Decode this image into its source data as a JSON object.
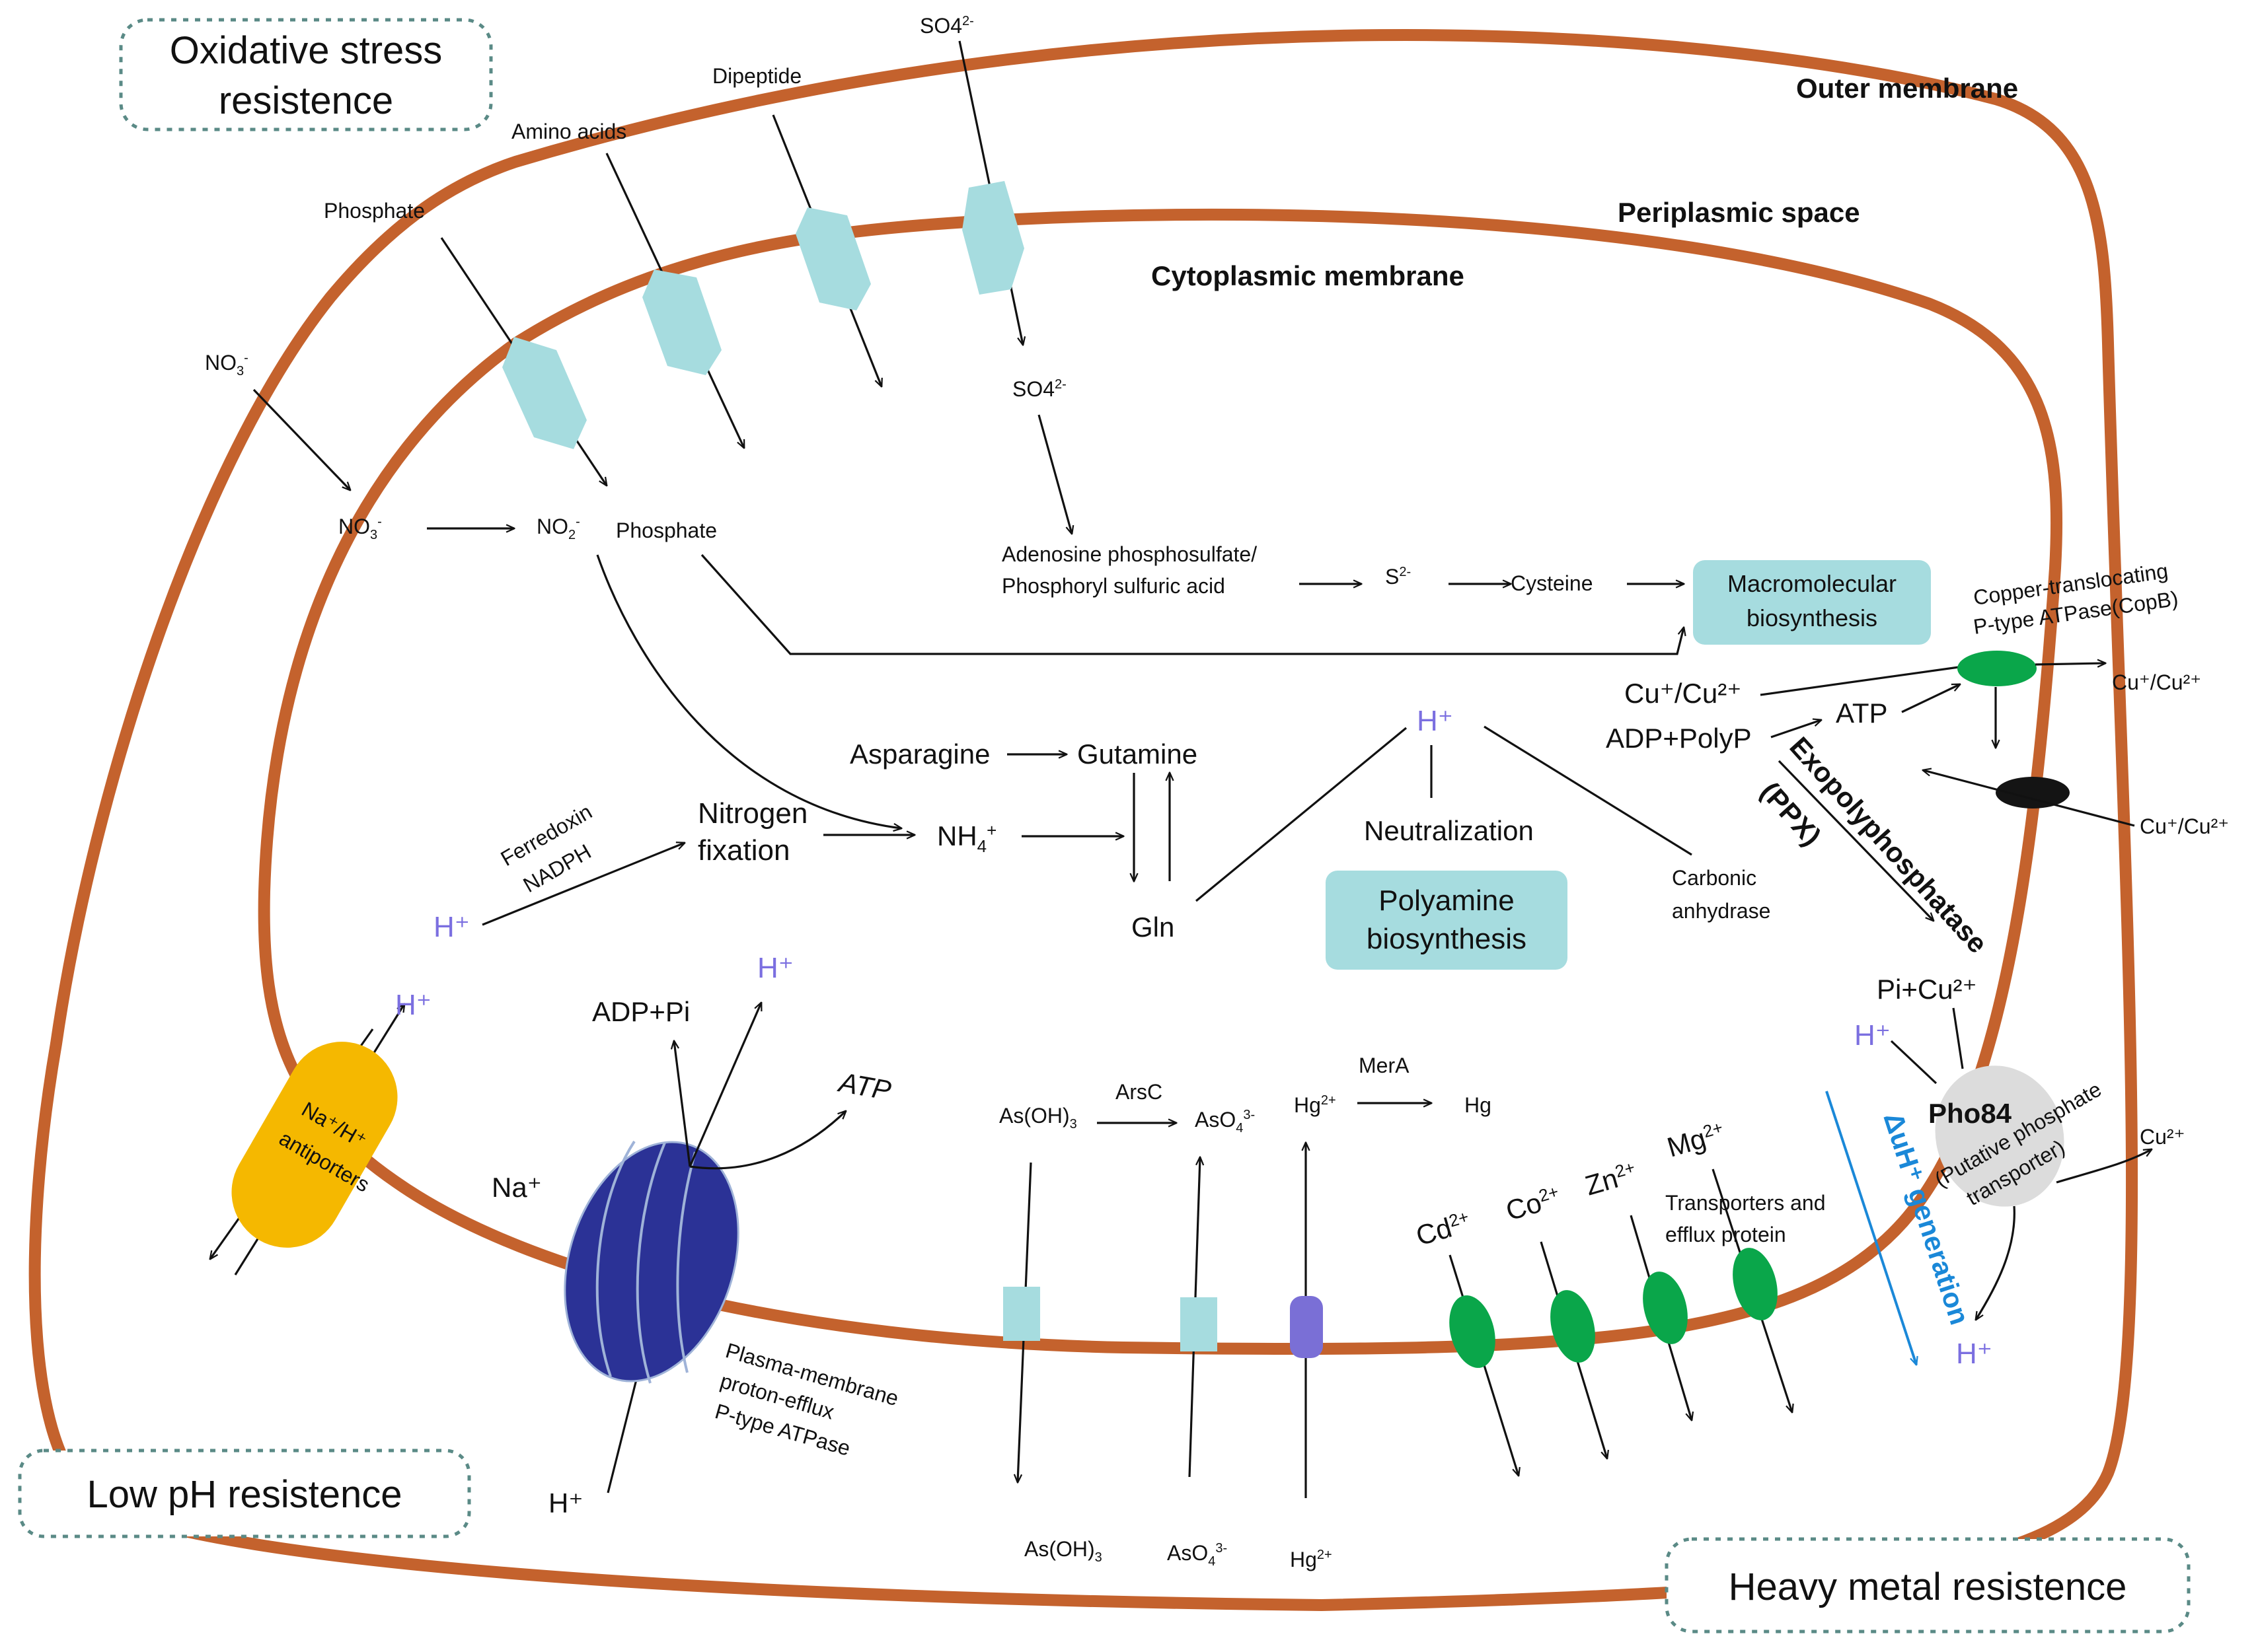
{
  "regions": {
    "outer_membrane": "Outer membrane",
    "periplasmic_space": "Periplasmic space",
    "cytoplasmic_membrane": "Cytoplasmic membrane"
  },
  "boxes": {
    "oxidative_line1": "Oxidative stress",
    "oxidative_line2": "resistence",
    "low_ph": "Low pH resistence",
    "heavy_metal": "Heavy metal resistence",
    "macromolecular_line1": "Macromolecular",
    "macromolecular_line2": "biosynthesis",
    "polyamine_line1": "Polyamine",
    "polyamine_line2": "biosynthesis"
  },
  "uptake": {
    "phosphate_out": "Phosphate",
    "amino_acids": "Amino acids",
    "dipeptide": "Dipeptide",
    "so4_out": "SO4",
    "so4_out_sup": "2-",
    "so4_in": "SO4",
    "so4_in_sup": "2-",
    "no3_out": "NO",
    "no3_out_sub": "3",
    "no3_out_sup": "-",
    "no3_in": "NO",
    "no3_in_sub": "3",
    "no3_in_sup": "-",
    "no2": "NO",
    "no2_sub": "2",
    "no2_sup": "-",
    "phosphate_in": "Phosphate"
  },
  "sulfur": {
    "aps_line1": "Adenosine phosphosulfate/",
    "aps_line2": "Phosphoryl sulfuric acid",
    "s2": "S",
    "s2_sup": "2-",
    "cysteine": "Cysteine"
  },
  "nitrogen": {
    "ferredoxin": "Ferredoxin",
    "nadph": "NADPH",
    "fixation_line1": "Nitrogen",
    "fixation_line2": "fixation",
    "nh4": "NH",
    "nh4_sub": "4",
    "nh4_sup": "+",
    "asparagine": "Asparagine",
    "gutamine": "Gutamine",
    "gln": "Gln",
    "h_plus_left": "H⁺"
  },
  "ph": {
    "h_center": "H⁺",
    "neutralization": "Neutralization",
    "carbonic_line1": "Carbonic",
    "carbonic_line2": "anhydrase",
    "antiporter_line1": "Na⁺/H⁺",
    "antiporter_line2": "antiporters",
    "h_antiporter": "H⁺",
    "na_plus": "Na⁺",
    "adp_pi": "ADP+Pi",
    "h_atpase": "H⁺",
    "atp_italic": "ATP",
    "atpase_line1": "Plasma-membrane",
    "atpase_line2": "proton-efflux",
    "atpase_line3": "P-type ATPase",
    "h_bottom": "H⁺"
  },
  "copper": {
    "cu_in": "Cu⁺/Cu²⁺",
    "cu_out_top": "Cu⁺/Cu²⁺",
    "cu_out_right": "Cu⁺/Cu²⁺",
    "copb_line1": "Copper-translocating",
    "copb_line2": "P-type ATPase(CopB)",
    "adp_polyp": "ADP+PolyP",
    "atp": "ATP",
    "exopolyphosphatase": "Exopolyphosphatase",
    "ppx": "(PPX)",
    "pi_cu": "Pi+Cu²⁺",
    "h_pho": "H⁺",
    "pho84": "Pho84",
    "pho84_desc_line1": "(Putative phosphate",
    "pho84_desc_line2": "transporter)",
    "cu2_out": "Cu²⁺",
    "h_pho_out": "H⁺",
    "delta_uh": "ΔuH⁺ generation"
  },
  "metals": {
    "as_oh3_in": "As(OH)",
    "as_oh3_in_sub": "3",
    "arsc": "ArsC",
    "aso4_in": "AsO",
    "aso4_in_sub": "4",
    "aso4_in_sup": "3-",
    "hg_in": "Hg",
    "hg_in_sup": "2+",
    "mera": "MerA",
    "hg": "Hg",
    "as_oh3_out": "As(OH)",
    "as_oh3_out_sub": "3",
    "aso4_out": "AsO",
    "aso4_out_sub": "4",
    "aso4_out_sup": "3-",
    "hg_out": "Hg",
    "hg_out_sup": "2+",
    "cd": "Cd",
    "cd_sup": "2+",
    "co": "Co",
    "co_sup": "2+",
    "zn": "Zn",
    "zn_sup": "2+",
    "mg": "Mg",
    "mg_sup": "2+",
    "transporters_line1": "Transporters and",
    "transporters_line2": "efflux protein"
  },
  "colors": {
    "membrane": "#c4622d",
    "teal_fill": "#a6dcdf",
    "dashed_border": "#5a8a86",
    "h_plus": "#7b6fe0",
    "green": "#0aa64a",
    "navy": "#2b3296",
    "antiporter_yellow": "#f5b800",
    "mer_purple": "#7a6fd6",
    "pho84_gray": "#dcdcdc",
    "delta_blue": "#1a88d8"
  }
}
